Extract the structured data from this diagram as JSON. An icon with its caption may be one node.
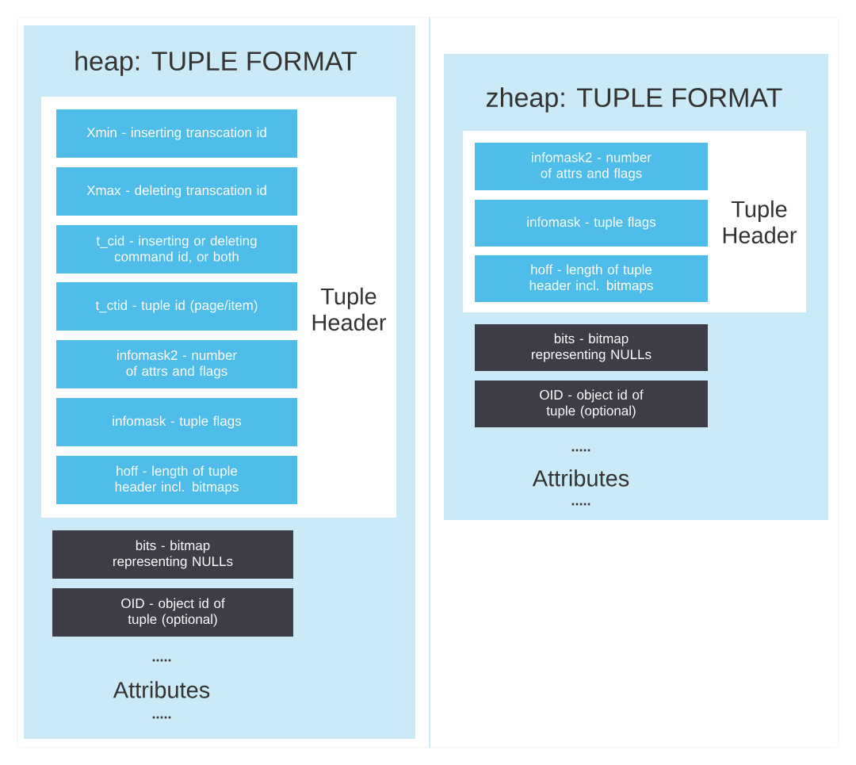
{
  "diagram": {
    "nodes": [
      {
        "text": [
          "heap: TUPLE FORMAT"
        ]
      },
      {
        "text": [
          "Tuple Header"
        ],
        "in": 0
      },
      {
        "text": [
          "Xmin - inserting transcation id"
        ],
        "in": 1
      },
      {
        "text": [
          "Xmax - deleting transcation id"
        ],
        "in": 1
      },
      {
        "text": [
          "t_cid - inserting or deleting command id, or both"
        ],
        "in": 1
      },
      {
        "text": [
          "t_ctid - tuple id (page/item)"
        ],
        "in": 1
      },
      {
        "text": [
          "infomask2 - number of attrs and flags"
        ],
        "in": 1
      },
      {
        "text": [
          "infomask - tuple flags"
        ],
        "in": 1
      },
      {
        "text": [
          "hoff - length of tuple header incl. bitmaps"
        ],
        "in": 1
      },
      {
        "text": [
          "bits - bitmap representing NULLs"
        ],
        "in": 0
      },
      {
        "text": [
          "OID - object id of tuple (optional)"
        ],
        "in": 0
      },
      {
        "text": [
          "zheap: TUPLE FORMAT"
        ]
      },
      {
        "text": [
          "Tuple Header"
        ],
        "in": 11
      },
      {
        "text": [
          "infomask2 - number of attrs and flags"
        ],
        "in": 12
      },
      {
        "text": [
          "infomask - tuple flags"
        ],
        "in": 12
      },
      {
        "text": [
          "hoff - length of tuple header incl. bitmaps"
        ],
        "in": 12
      },
      {
        "text": [
          "bits - bitmap representing NULLs"
        ],
        "in": 11
      },
      {
        "text": [
          "OID - object id of tuple (optional)"
        ],
        "in": 11
      }
    ],
    "labels": [
      ".....",
      "Attributes",
      ".....",
      ".....",
      "Attributes",
      "....."
    ]
  }
}
